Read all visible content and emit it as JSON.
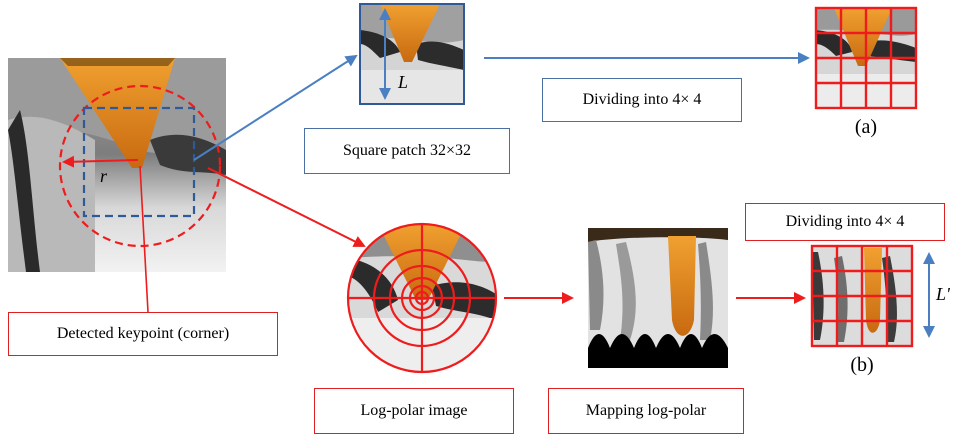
{
  "colors": {
    "blue": "#4a7fc1",
    "red": "#ee1c1c",
    "orange": "#e8941e"
  },
  "labels": {
    "square_patch": "Square patch 32×32",
    "dividing_top": "Dividing into 4× 4",
    "dividing_bottom": "Dividing into 4× 4",
    "detected_keypoint": "Detected keypoint (corner)",
    "log_polar_image": "Log-polar image",
    "mapping_log_polar": "Mapping log-polar",
    "caption_a": "(a)",
    "caption_b": "(b)",
    "dim_L": "L",
    "dim_L_prime": "L'",
    "dim_r": "r"
  }
}
